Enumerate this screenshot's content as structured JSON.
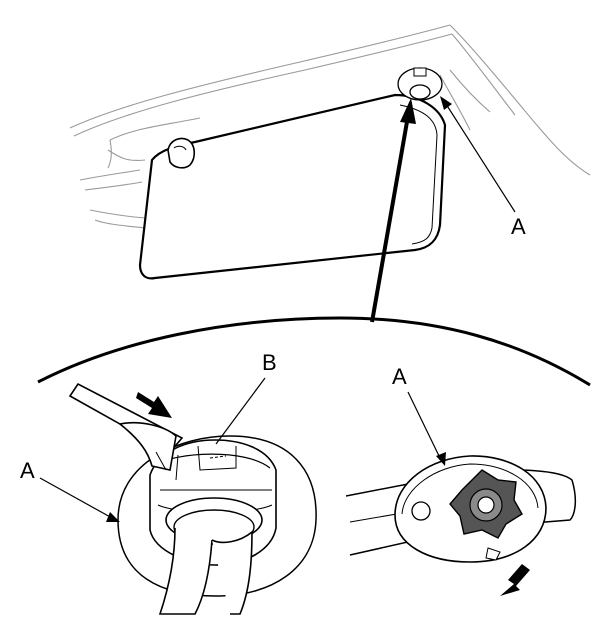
{
  "labels": {
    "a_top": "A",
    "b_detail": "B",
    "a_left": "A",
    "a_right": "A"
  },
  "colors": {
    "line": "#000000",
    "light_line": "#9a9a9a",
    "knob_dark": "#555555",
    "arrow_fill": "#000000"
  }
}
